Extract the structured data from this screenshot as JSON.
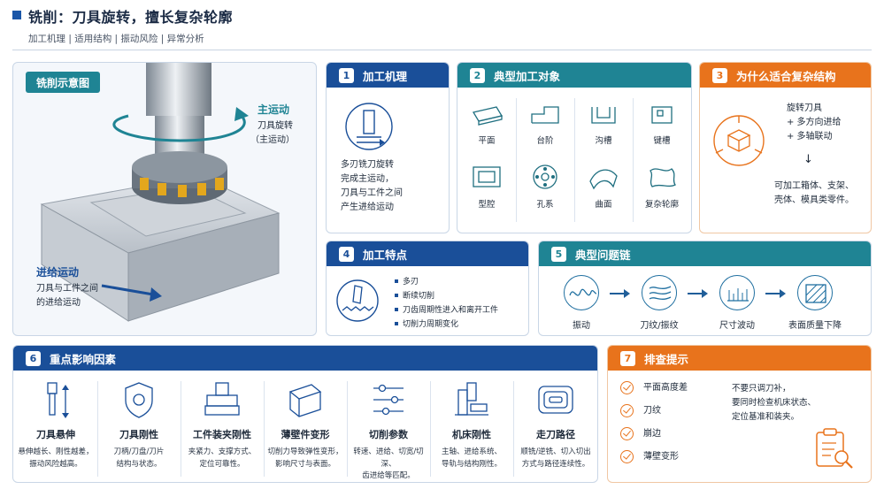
{
  "header": {
    "title": "铣削：刀具旋转，擅长复杂轮廓",
    "subtitle": "加工机理 | 适用结构 | 振动风险 | 异常分析"
  },
  "milling": {
    "tag": "铣削示意图",
    "main_motion_title": "主运动",
    "main_motion_desc1": "刀具旋转",
    "main_motion_desc2": "（主运动）",
    "feed_motion_title": "进给运动",
    "feed_motion_desc1": "刀具与工件之间",
    "feed_motion_desc2": "的进给运动"
  },
  "card1": {
    "num": "1",
    "title": "加工机理",
    "lines": [
      "多刃铣刀旋转",
      "完成主运动，",
      "刀具与工件之间",
      "产生进给运动"
    ]
  },
  "card2": {
    "num": "2",
    "title": "典型加工对象",
    "items": [
      "平面",
      "台阶",
      "沟槽",
      "键槽",
      "型腔",
      "孔系",
      "曲面",
      "复杂轮廓"
    ]
  },
  "card3": {
    "num": "3",
    "title": "为什么适合复杂结构",
    "line1": "旋转刀具",
    "line2": "+ 多方向进给",
    "line3": "+ 多轴联动",
    "arrow": "↓",
    "result1": "可加工箱体、支架、",
    "result2": "壳体、模具类零件。"
  },
  "card4": {
    "num": "4",
    "title": "加工特点",
    "bullets": [
      "多刃",
      "断续切削",
      "刀齿周期性进入和离开工件",
      "切削力周期变化"
    ]
  },
  "card5": {
    "num": "5",
    "title": "典型问题链",
    "steps": [
      "振动",
      "刀纹/振纹",
      "尺寸波动",
      "表面质量下降"
    ]
  },
  "card6": {
    "num": "6",
    "title": "重点影响因素",
    "factors": [
      {
        "title": "刀具悬伸",
        "d1": "悬伸越长、刚性越差，",
        "d2": "振动风险越高。"
      },
      {
        "title": "刀具刚性",
        "d1": "刀柄/刀盘/刀片",
        "d2": "结构与状态。"
      },
      {
        "title": "工件装夹刚性",
        "d1": "夹紧力、支撑方式、",
        "d2": "定位可靠性。"
      },
      {
        "title": "薄壁件变形",
        "d1": "切削力导致弹性变形，",
        "d2": "影响尺寸与表面。"
      },
      {
        "title": "切削参数",
        "d1": "转速、进给、切宽/切深、",
        "d2": "齿进给等匹配。"
      },
      {
        "title": "机床刚性",
        "d1": "主轴、进给系统、",
        "d2": "导轨与结构刚性。"
      },
      {
        "title": "走刀路径",
        "d1": "顺铣/逆铣、切入切出",
        "d2": "方式与路径连续性。"
      }
    ]
  },
  "card7": {
    "num": "7",
    "title": "排查提示",
    "checks": [
      "平面高度差",
      "刀纹",
      "崩边",
      "薄壁变形"
    ],
    "note1": "不要只调刀补，",
    "note2": "要同时检查机床状态、",
    "note3": "定位基准和装夹。"
  },
  "colors": {
    "blue": "#1a4f99",
    "teal": "#1f8494",
    "orange": "#e8731c"
  }
}
